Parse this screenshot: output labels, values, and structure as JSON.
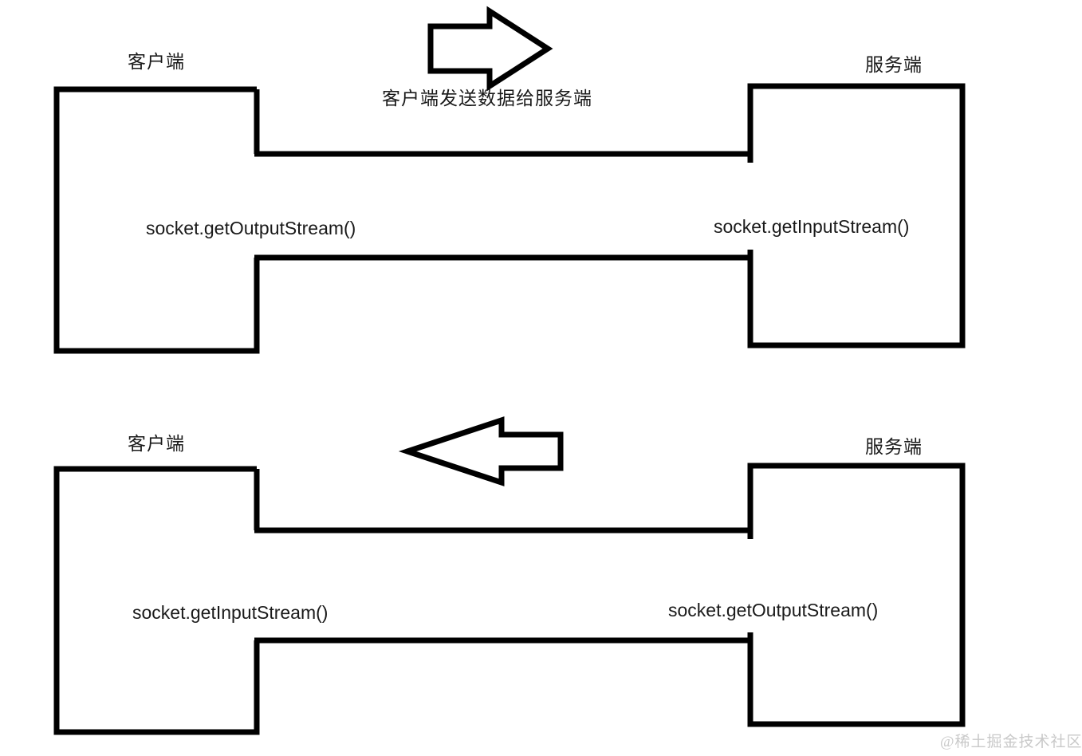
{
  "page": {
    "background_color": "#ffffff",
    "line_color": "#000000",
    "text_color": "#1a1a1a",
    "watermark_color": "#c9c9c9",
    "watermark": "@稀土掘金技术社区"
  },
  "panels": [
    {
      "id": "client-to-server",
      "client_title": "客户端",
      "server_title": "服务端",
      "arrow": {
        "name": "right-arrow-icon",
        "direction": "right",
        "caption": "客户端发送数据给服务端"
      },
      "left_stream_label": "socket.getOutputStream()",
      "right_stream_label": "socket.getInputStream()"
    },
    {
      "id": "server-to-client",
      "client_title": "客户端",
      "server_title": "服务端",
      "arrow": {
        "name": "left-arrow-icon",
        "direction": "left",
        "caption": ""
      },
      "left_stream_label": "socket.getInputStream()",
      "right_stream_label": "socket.getOutputStream()"
    }
  ]
}
